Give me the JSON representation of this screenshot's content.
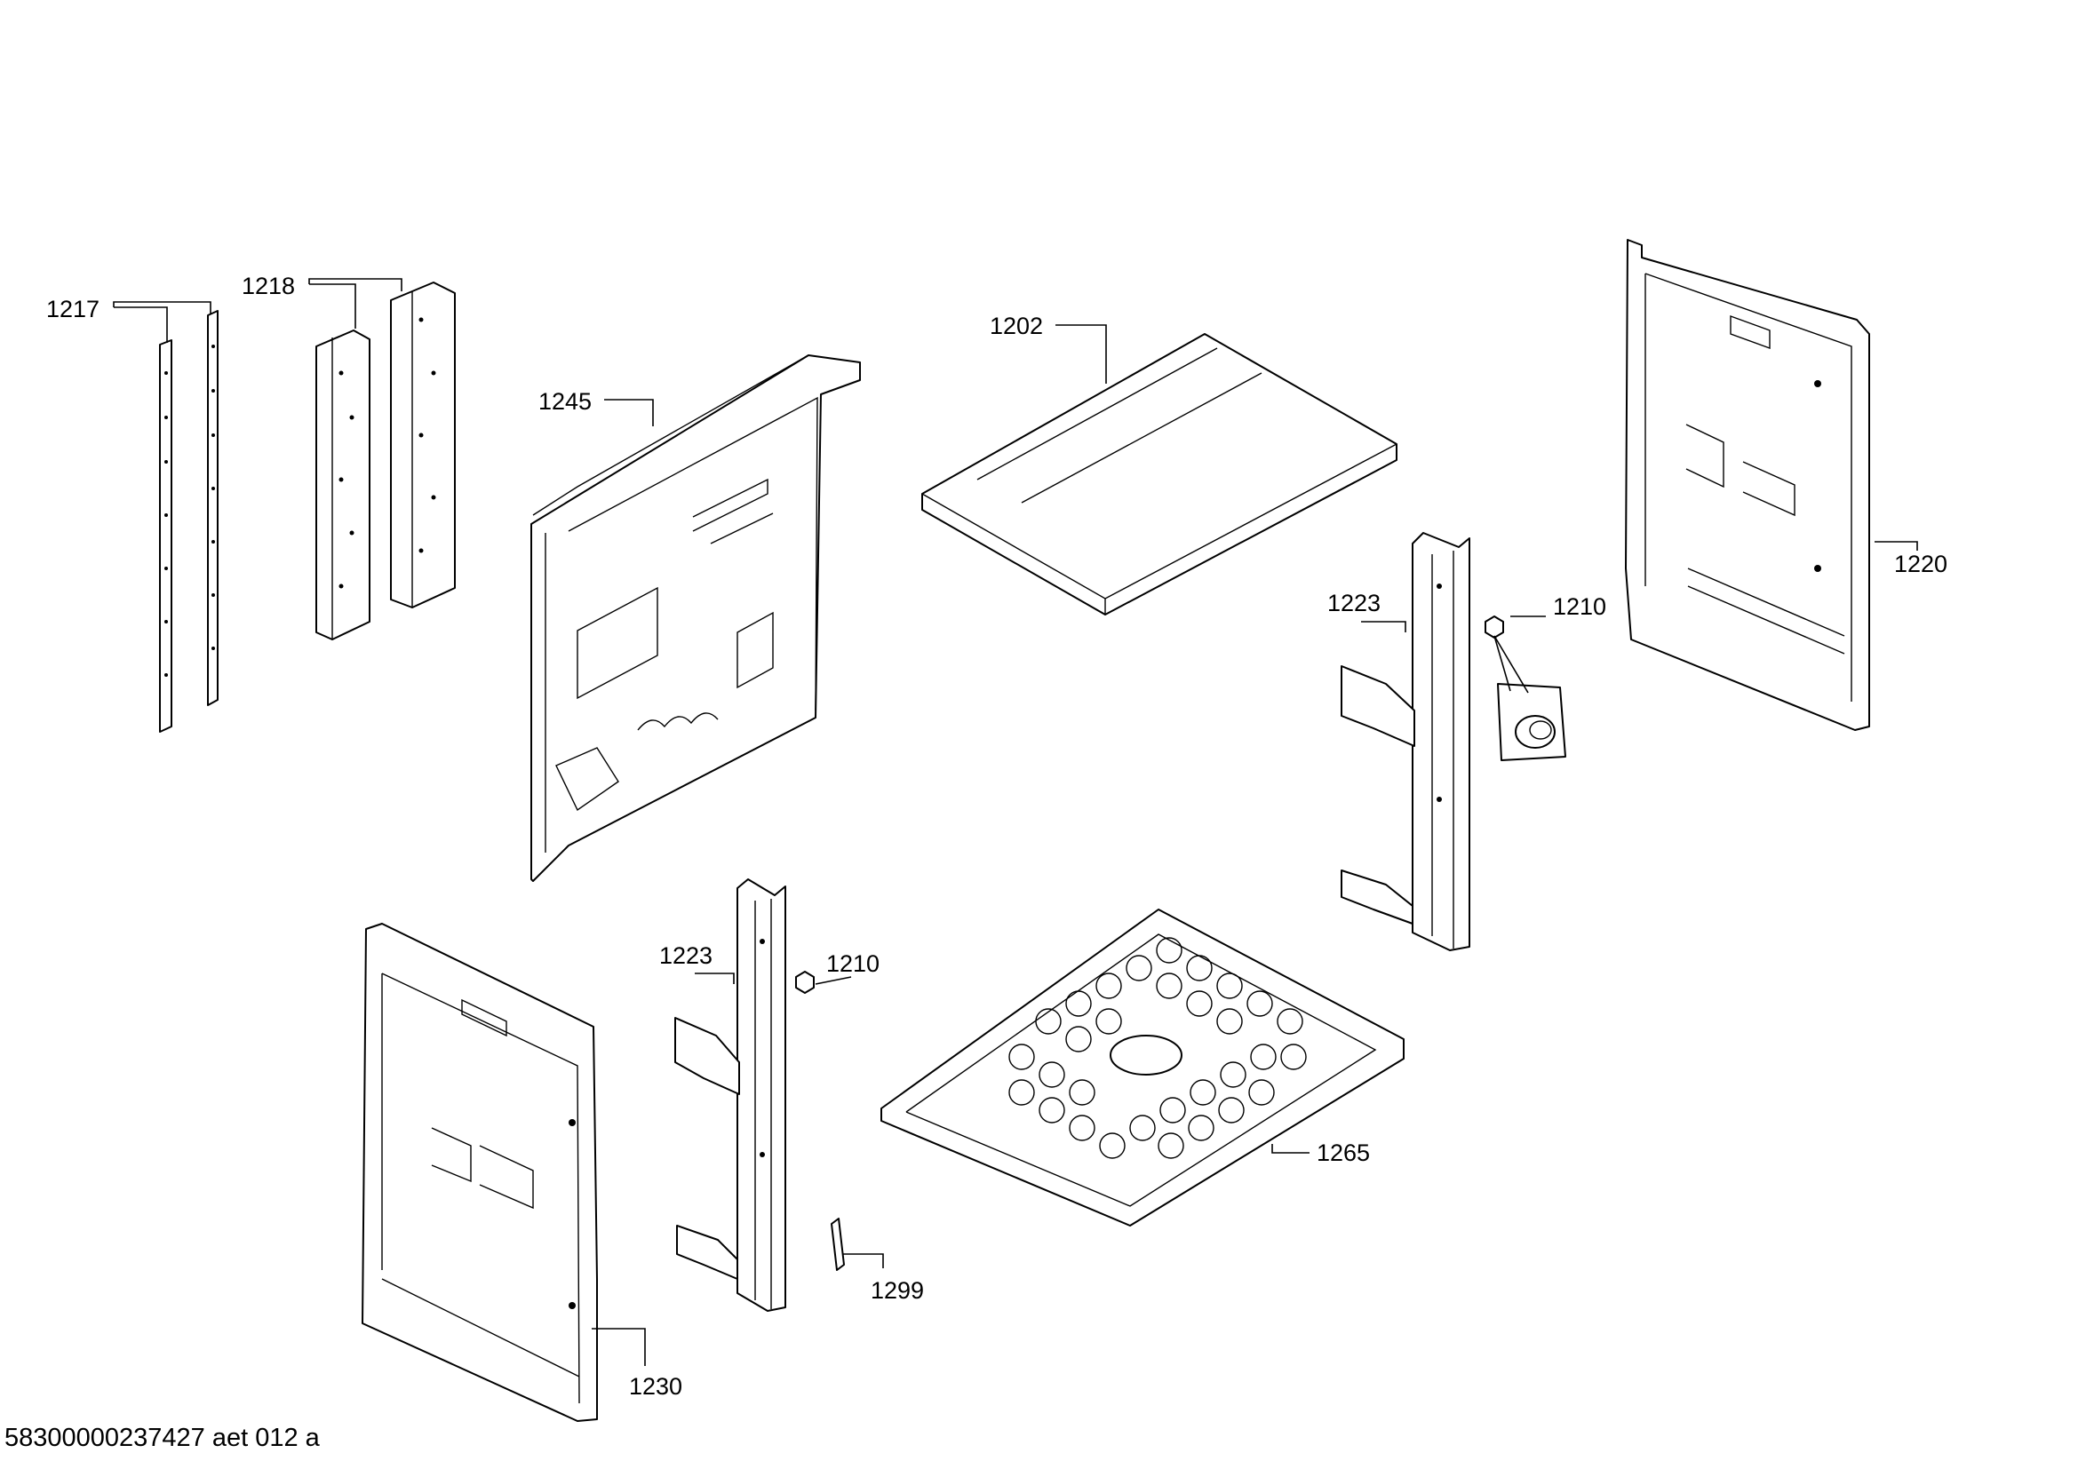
{
  "diagram": {
    "document_id": "58300000237427 aet 012 a",
    "callouts": {
      "c1217": "1217",
      "c1218": "1218",
      "c1245": "1245",
      "c1202": "1202",
      "c1220": "1220",
      "c1223_upper": "1223",
      "c1210_upper": "1210",
      "c1223_lower": "1223",
      "c1210_lower": "1210",
      "c1265": "1265",
      "c1299": "1299",
      "c1230": "1230"
    }
  }
}
